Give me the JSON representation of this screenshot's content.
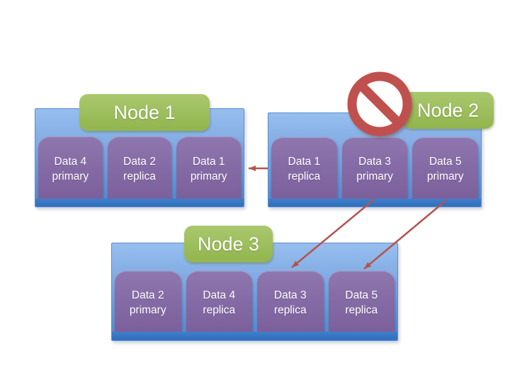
{
  "slide": {
    "background": "#ffffff"
  },
  "palette": {
    "container_blue_top": "#97BEEE",
    "container_blue_bottom": "#4F86CD",
    "container_pedestal": "#3F7EC9",
    "shard_purple": "#7E639F",
    "label_green": "#9BBB59",
    "arrow_red": "#B5534F",
    "no_symbol_red": "#C0504D",
    "text": "#FFFFFF"
  },
  "nodes": [
    {
      "title": "Node 1",
      "shards": [
        {
          "name": "Data 4",
          "role": "primary"
        },
        {
          "name": "Data 2",
          "role": "replica"
        },
        {
          "name": "Data 1",
          "role": "primary"
        }
      ]
    },
    {
      "title": "Node 2",
      "has_no_symbol": true,
      "shards": [
        {
          "name": "Data 1",
          "role": "replica"
        },
        {
          "name": "Data 3",
          "role": "primary"
        },
        {
          "name": "Data 5",
          "role": "primary"
        }
      ]
    },
    {
      "title": "Node 3",
      "shards": [
        {
          "name": "Data 2",
          "role": "primary"
        },
        {
          "name": "Data 4",
          "role": "replica"
        },
        {
          "name": "Data 3",
          "role": "replica"
        },
        {
          "name": "Data 5",
          "role": "replica"
        }
      ]
    }
  ],
  "icons": [
    {
      "name": "no-entry-icon",
      "depicts": "red prohibition circle with diagonal slash over Node 2"
    }
  ],
  "arrows": [
    {
      "from": "Node 2 / Data 1 replica",
      "to": "Node 1 / Data 1 primary"
    },
    {
      "from": "Node 2 / Data 3 primary",
      "to": "Node 3 / Data 3 replica"
    },
    {
      "from": "Node 2 / Data 5 primary",
      "to": "Node 3 / Data 5 replica"
    }
  ]
}
